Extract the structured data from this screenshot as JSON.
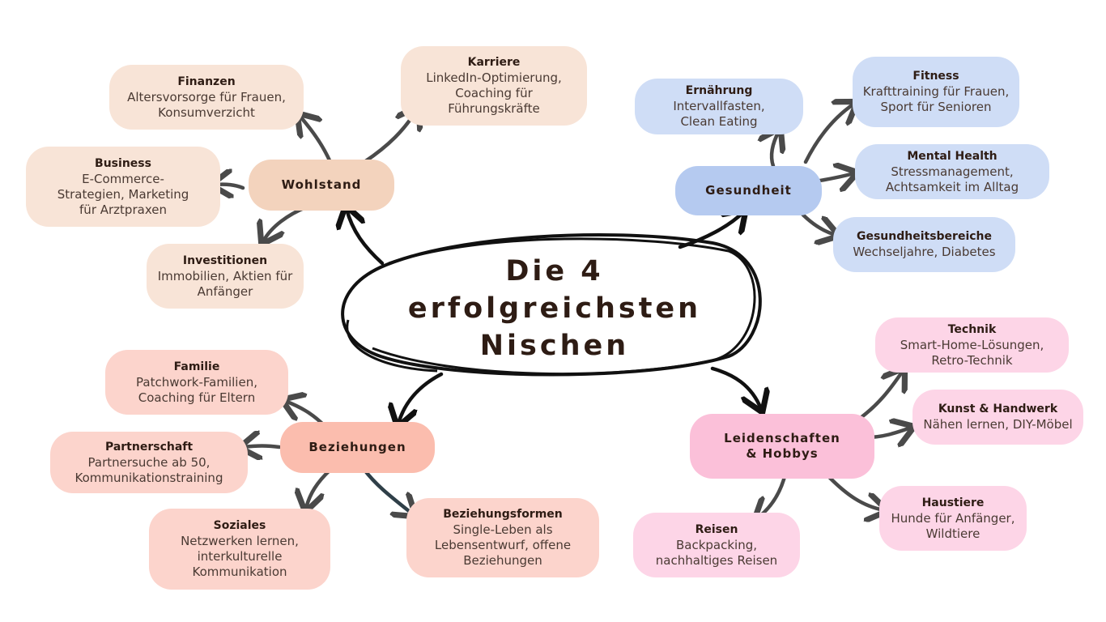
{
  "title": {
    "line1": "Die 4",
    "line2": "erfolgreichsten",
    "line3": "Nischen"
  },
  "colors": {
    "wohlstand_main": "#f3d3bd",
    "wohlstand_sub": "#f8e4d7",
    "gesundheit_main": "#b5caf0",
    "gesundheit_sub": "#cfddf6",
    "beziehungen_main": "#fbbdae",
    "beziehungen_sub": "#fcd4cc",
    "hobbys_main": "#fbc0d9",
    "hobbys_sub": "#fdd5e7",
    "arrow": "#4a4a4a",
    "main_arrow": "#111111"
  },
  "wohlstand": {
    "label": "Wohlstand",
    "finanzen": {
      "title": "Finanzen",
      "text": "Altersvorsorge für Frauen, Konsumverzicht"
    },
    "karriere": {
      "title": "Karriere",
      "text": "LinkedIn-Optimierung, Coaching für Führungskräfte"
    },
    "business": {
      "title": "Business",
      "text": "E-Commerce-Strategien, Marketing für Arztpraxen"
    },
    "investitionen": {
      "title": "Investitionen",
      "text": "Immobilien, Aktien für Anfänger"
    }
  },
  "gesundheit": {
    "label": "Gesundheit",
    "ernaehrung": {
      "title": "Ernährung",
      "text": "Intervallfasten, Clean Eating"
    },
    "fitness": {
      "title": "Fitness",
      "text": "Krafttraining für Frauen, Sport für Senioren"
    },
    "mental": {
      "title": "Mental Health",
      "text": "Stressmanagement, Achtsamkeit im Alltag"
    },
    "bereiche": {
      "title": "Gesundheitsbereiche",
      "text": "Wechseljahre, Diabetes"
    }
  },
  "beziehungen": {
    "label": "Beziehungen",
    "familie": {
      "title": "Familie",
      "text": "Patchwork-Familien, Coaching für Eltern"
    },
    "partnerschaft": {
      "title": "Partnerschaft",
      "text": "Partnersuche ab 50, Kommunikationstraining"
    },
    "soziales": {
      "title": "Soziales",
      "text": "Netzwerken lernen, interkulturelle Kommunikation"
    },
    "formen": {
      "title": "Beziehungsformen",
      "text": "Single-Leben als Lebensentwurf, offene Beziehungen"
    }
  },
  "hobbys": {
    "label1": "Leidenschaften",
    "label2": "& Hobbys",
    "technik": {
      "title": "Technik",
      "text": "Smart-Home-Lösungen, Retro-Technik"
    },
    "kunst": {
      "title": "Kunst & Handwerk",
      "text": "Nähen lernen, DIY-Möbel"
    },
    "reisen": {
      "title": "Reisen",
      "text": "Backpacking, nachhaltiges Reisen"
    },
    "haustiere": {
      "title": "Haustiere",
      "text": "Hunde für Anfänger, Wildtiere"
    }
  }
}
